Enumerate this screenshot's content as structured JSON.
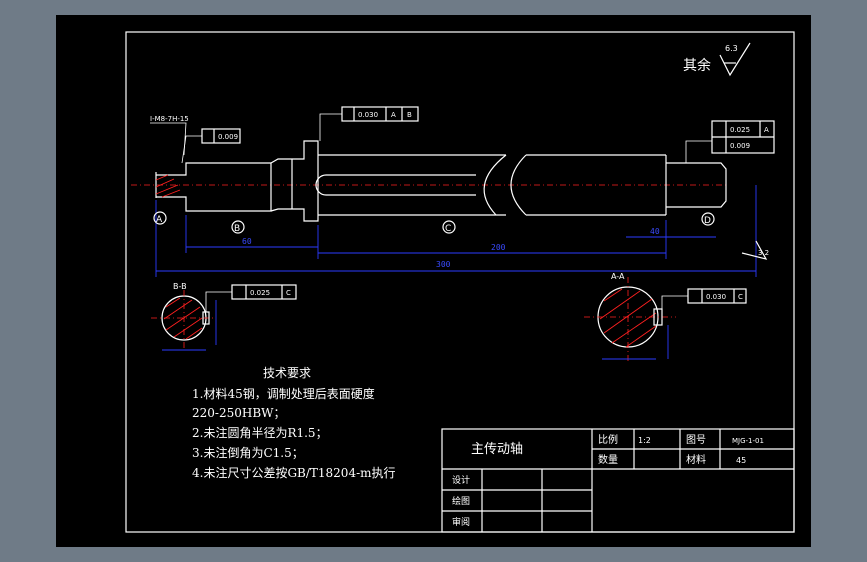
{
  "drawing": {
    "surface_note": "其余",
    "roughness_main": "6.3",
    "roughness_general": "3.2",
    "tech": {
      "title": "技术要求",
      "line1": "1.材料45钢，调制处理后表面硬度",
      "line2": "220-250HBW；",
      "line3": "2.未注圆角半径为R1.5；",
      "line4": "3.未注倒角为C1.5；",
      "line5": "4.未注尺寸公差按GB/T18204-m执行"
    },
    "title_block": {
      "part_name": "主传动轴",
      "scale_label": "比例",
      "scale_value": "1:2",
      "drawing_no_label": "图号",
      "drawing_no_value": "MJG-1-01",
      "qty_label": "数量",
      "material_label": "材料",
      "material_value": "45",
      "design_label": "设计",
      "draw_label": "绘图",
      "review_label": "审阅"
    },
    "datums": {
      "a": "A",
      "b": "B",
      "c": "C",
      "d": "D"
    },
    "tolerances": {
      "tol1": "0.030",
      "tol2": "0.009",
      "tol3": "0.025",
      "tol4": "0.009",
      "tol5": "0.025",
      "tol6": "0.030",
      "ref_a": "A",
      "ref_b": "B",
      "ref_c": "C"
    },
    "sections": {
      "left": "B-B",
      "right": "A-A"
    },
    "keyway_note": "I-M8-7H-15",
    "dims": {
      "overall": "300",
      "left_len": "60",
      "mid_len": "200",
      "right_len": "40"
    }
  }
}
